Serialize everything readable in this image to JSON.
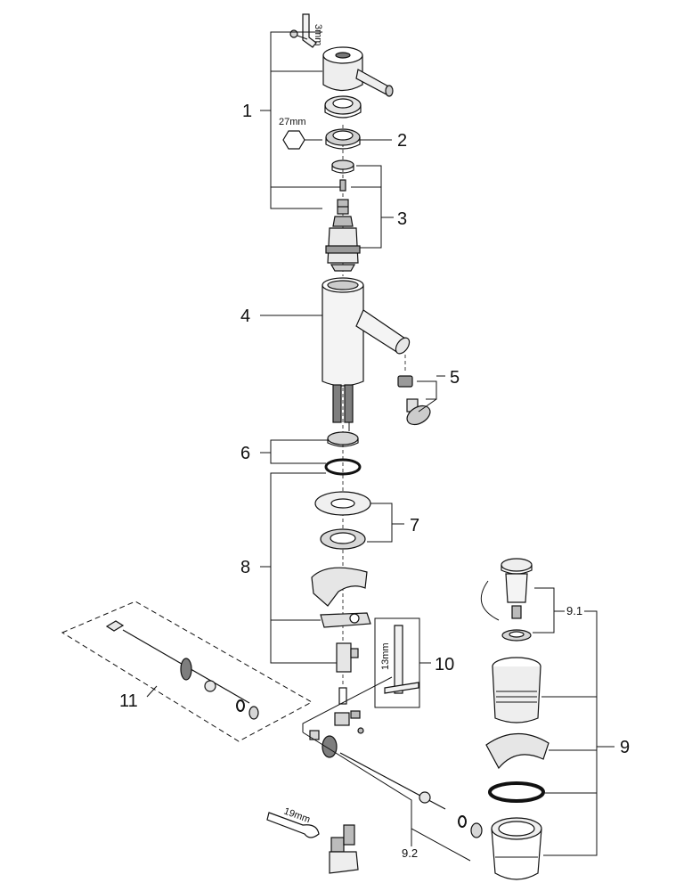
{
  "callouts": {
    "c1": "1",
    "c2": "2",
    "c3": "3",
    "c4": "4",
    "c5": "5",
    "c6": "6",
    "c7": "7",
    "c8": "8",
    "c9": "9",
    "c9_1": "9.1",
    "c9_2": "9.2",
    "c10": "10",
    "c11": "11"
  },
  "tool_labels": {
    "hex_key": "3mm",
    "hex_nut": "27mm",
    "key_13": "13mm",
    "wrench_19": "19mm"
  },
  "colors": {
    "line": "#111111",
    "fill_light": "#f2f2f2",
    "fill_mid": "#d6d6d6",
    "fill_dark": "#9a9a9a"
  }
}
